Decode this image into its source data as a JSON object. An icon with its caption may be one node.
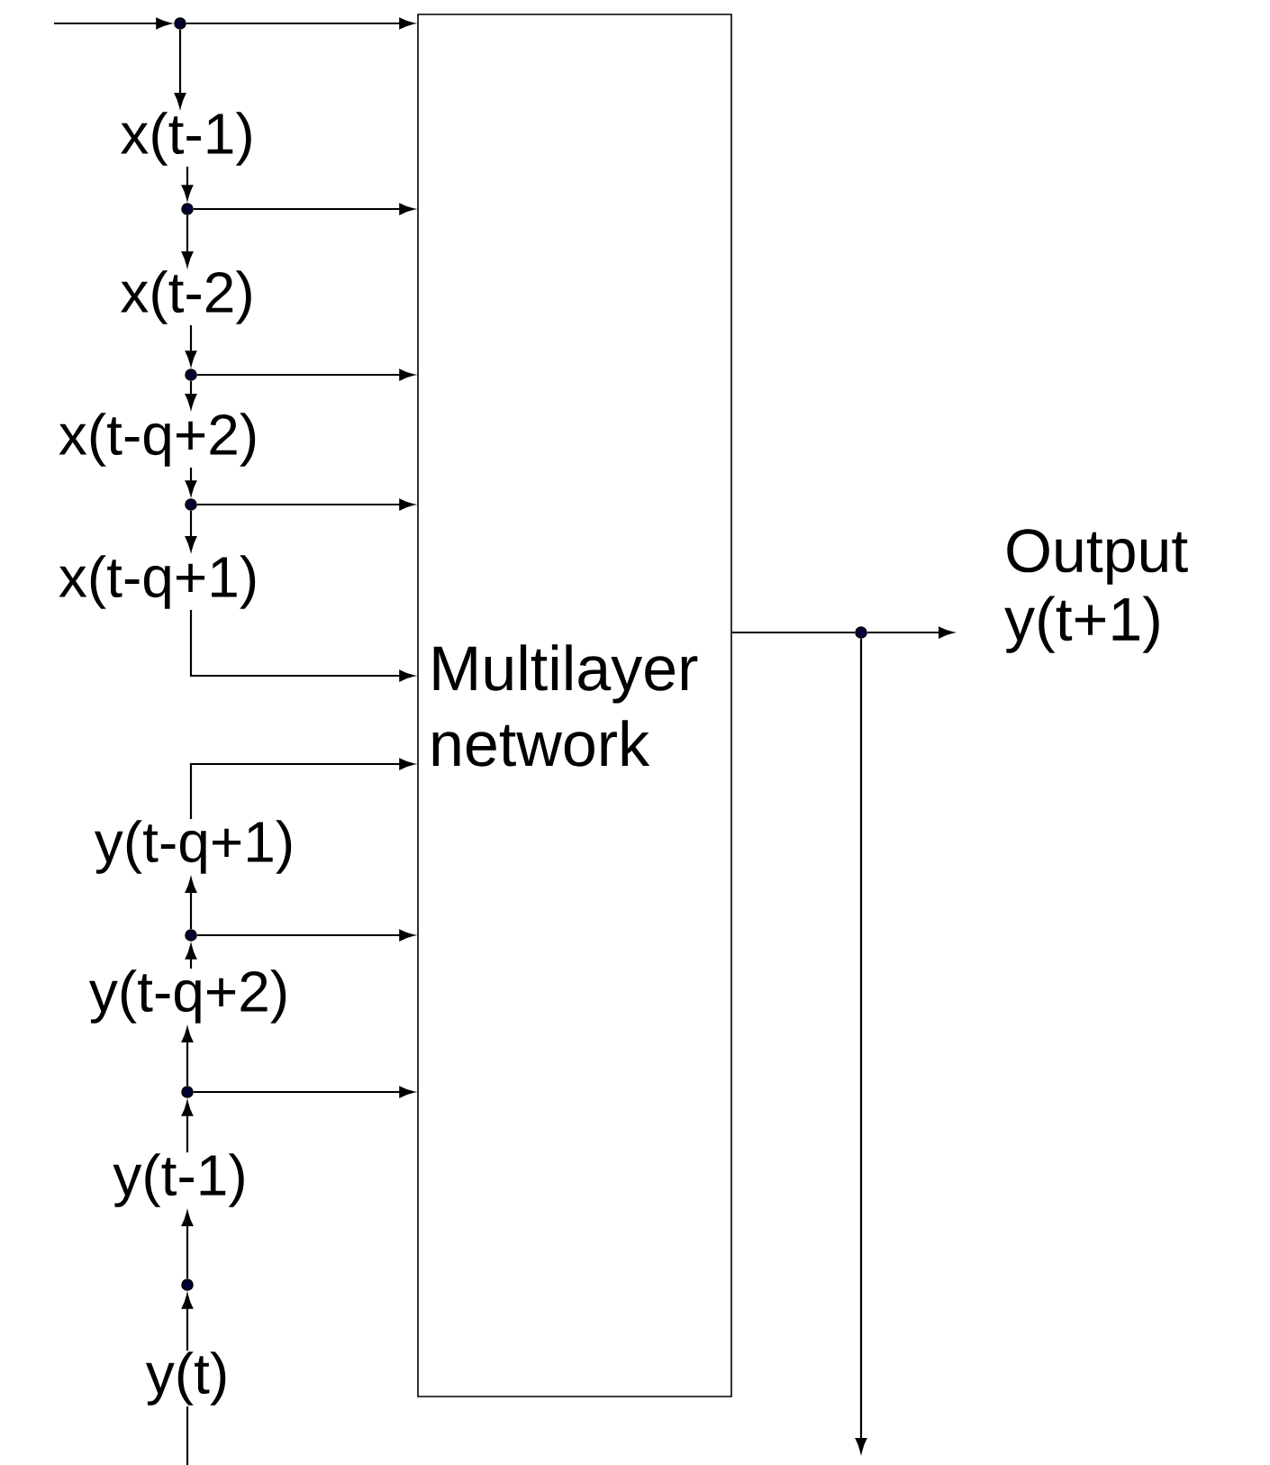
{
  "diagram": {
    "nodes": [
      {
        "text": [],
        "shape": "circle"
      },
      {
        "text": [
          "x(t-1)"
        ]
      },
      {
        "text": [],
        "shape": "circle"
      },
      {
        "text": [
          "x(t-2)"
        ]
      },
      {
        "text": [],
        "shape": "circle"
      },
      {
        "text": [
          "x(t-q+2)"
        ]
      },
      {
        "text": [],
        "shape": "circle"
      },
      {
        "text": [
          "x(t-q+1)"
        ]
      },
      {
        "text": [
          "y(t-q+1)"
        ]
      },
      {
        "text": [],
        "shape": "circle"
      },
      {
        "text": [
          "y(t-q+2)"
        ]
      },
      {
        "text": [],
        "shape": "circle"
      },
      {
        "text": [
          "y(t-1)"
        ]
      },
      {
        "text": [],
        "shape": "circle"
      },
      {
        "text": [
          "y(t)"
        ]
      },
      {
        "text": [
          "Multilayer network"
        ]
      },
      {
        "text": [],
        "shape": "circle"
      },
      {
        "text": [
          "Output y(t+1)"
        ]
      }
    ],
    "edges": [
      {
        "from": null,
        "to": 0,
        "arrow": "to"
      },
      {
        "from": 0,
        "to": 15,
        "arrow": "to"
      },
      {
        "from": 0,
        "to": 1,
        "arrow": "to"
      },
      {
        "from": 1,
        "to": 2,
        "arrow": "to"
      },
      {
        "from": 2,
        "to": 15,
        "arrow": "to"
      },
      {
        "from": 2,
        "to": 3,
        "arrow": "to"
      },
      {
        "from": 3,
        "to": 4,
        "arrow": "to"
      },
      {
        "from": 4,
        "to": 15,
        "arrow": "to"
      },
      {
        "from": 4,
        "to": 5,
        "arrow": "to"
      },
      {
        "from": 5,
        "to": 6,
        "arrow": "to"
      },
      {
        "from": 6,
        "to": 15,
        "arrow": "to"
      },
      {
        "from": 6,
        "to": 7,
        "arrow": "to"
      },
      {
        "from": 7,
        "to": 15,
        "arrow": "to"
      },
      {
        "from": 14,
        "to": 13,
        "arrow": "to"
      },
      {
        "from": 13,
        "to": 12,
        "arrow": "to"
      },
      {
        "from": 12,
        "to": 11,
        "arrow": "to"
      },
      {
        "from": 11,
        "to": 15,
        "arrow": "to"
      },
      {
        "from": 11,
        "to": 10,
        "arrow": "to"
      },
      {
        "from": 10,
        "to": 9,
        "arrow": "to"
      },
      {
        "from": 9,
        "to": 15,
        "arrow": "to"
      },
      {
        "from": 9,
        "to": 8,
        "arrow": "to"
      },
      {
        "from": 8,
        "to": 15,
        "arrow": "to"
      },
      {
        "from": 15,
        "to": 16,
        "arrow": "none"
      },
      {
        "from": 16,
        "to": 17,
        "arrow": "to"
      },
      {
        "from": 16,
        "to": null,
        "arrow": "to"
      },
      {
        "from": null,
        "to": 14,
        "arrow": "none"
      }
    ]
  }
}
